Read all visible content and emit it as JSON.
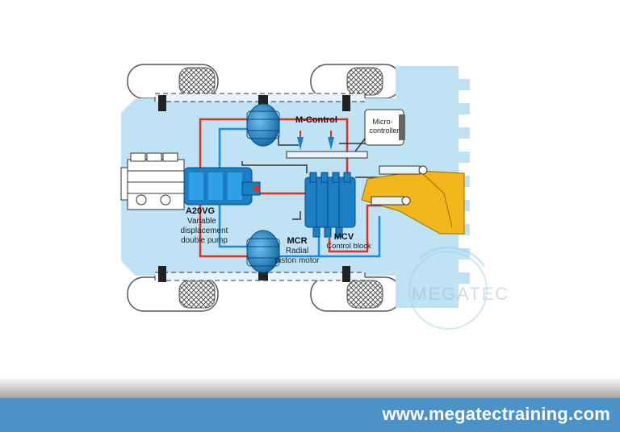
{
  "labels": {
    "pump_name": "A20VG",
    "pump_desc_1": "Variable",
    "pump_desc_2": "displacement",
    "pump_desc_3": "double pump",
    "mcontrol": "M-Control",
    "micro_1": "Micro-",
    "micro_2": "controller",
    "mcr_name": "MCR",
    "mcr_desc_1": "Radial",
    "mcr_desc_2": "piston motor",
    "mcv_name": "MCV",
    "mcv_desc": "Control block"
  },
  "watermark": {
    "text": "MEGATEC"
  },
  "footer": {
    "url": "www.megatectraining.com"
  },
  "colors": {
    "chassis": "#bfe3f5",
    "component_blue": "#1a7fc4",
    "line_red": "#e0301e",
    "line_blue": "#1a8cd8",
    "bucket": "#f2b51b",
    "footer": "#4a92c7"
  }
}
